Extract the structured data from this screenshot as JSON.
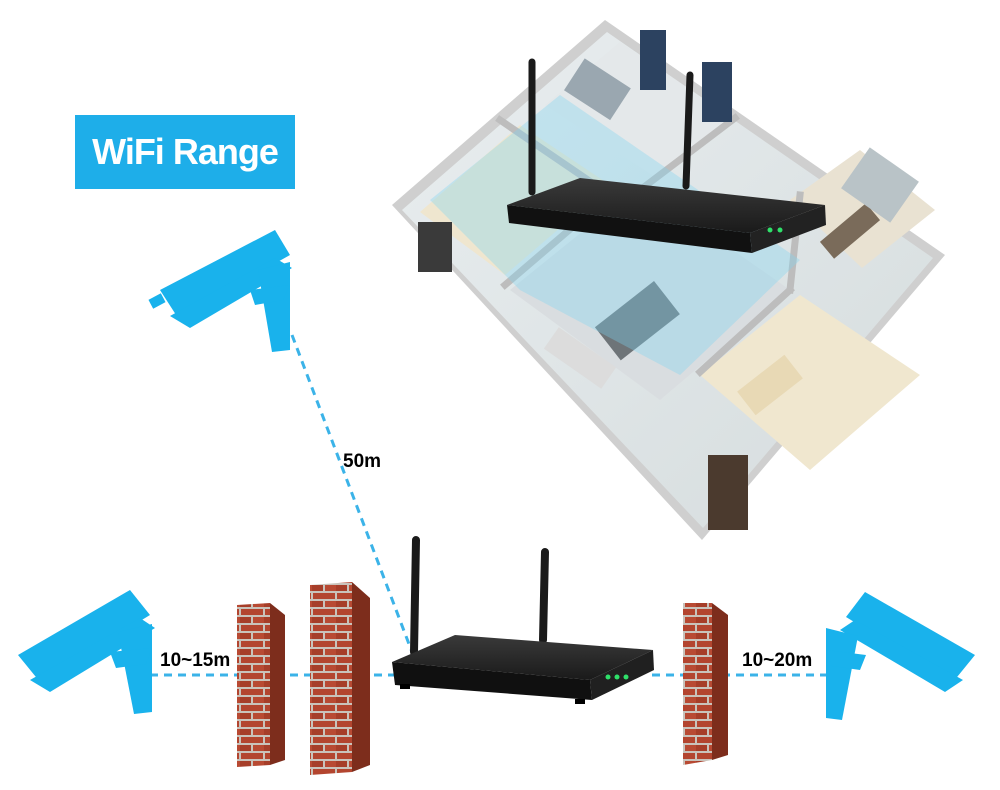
{
  "title": "WiFi Range",
  "distances": {
    "high": "50m",
    "left": "10~15m",
    "right": "10~20m"
  },
  "colors": {
    "accent": "#1eaee9",
    "camera": "#19b2ec",
    "brick": "#b3452f",
    "nvr": "#1c1c1c"
  },
  "icons": [
    "camera-icon",
    "brick-wall",
    "nvr-recorder",
    "house-floorplan"
  ]
}
